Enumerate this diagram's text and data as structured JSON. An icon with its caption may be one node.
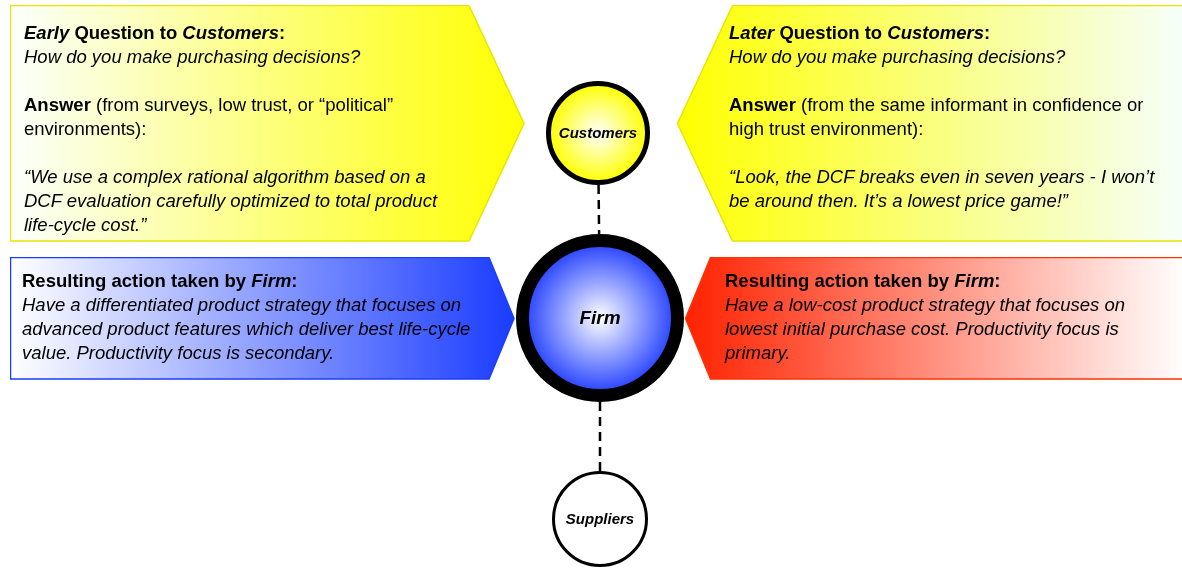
{
  "diagram": {
    "nodes": [
      {
        "text": [
          "*Early* Question to *Customers*:",
          "How do you make purchasing decisions?",
          "**Answer** (from surveys, low trust, or “political” environments):",
          "“We use a complex rational algorithm based on a DCF evaluation carefully optimized to total product life-cycle cost.”"
        ]
      },
      {
        "text": [
          "Customers"
        ]
      },
      {
        "text": [
          "*Later* Question to *Customers*:",
          "How do you make purchasing decisions?",
          "**Answer** (from the same informant in confidence or high trust environment):",
          "“Look, the DCF breaks even in seven years - I won’t be around then.  It’s a lowest price game!”"
        ]
      },
      {
        "text": [
          "Resulting action taken by *Firm*:",
          "Have a differentiated product strategy that focuses on advanced product features which deliver best life-cycle value.  Productivity focus is secondary."
        ]
      },
      {
        "text": [
          "Firm"
        ]
      },
      {
        "text": [
          "Resulting action taken by *Firm*:",
          "Have a low-cost product strategy that focuses on lowest initial purchase cost. Productivity focus is primary."
        ]
      },
      {
        "text": [
          "Suppliers"
        ]
      }
    ],
    "edges": [
      {
        "from": 1,
        "to": 4,
        "arrow": "none",
        "style": "dashed"
      },
      {
        "from": 4,
        "to": 6,
        "arrow": "none",
        "style": "dashed"
      }
    ]
  }
}
